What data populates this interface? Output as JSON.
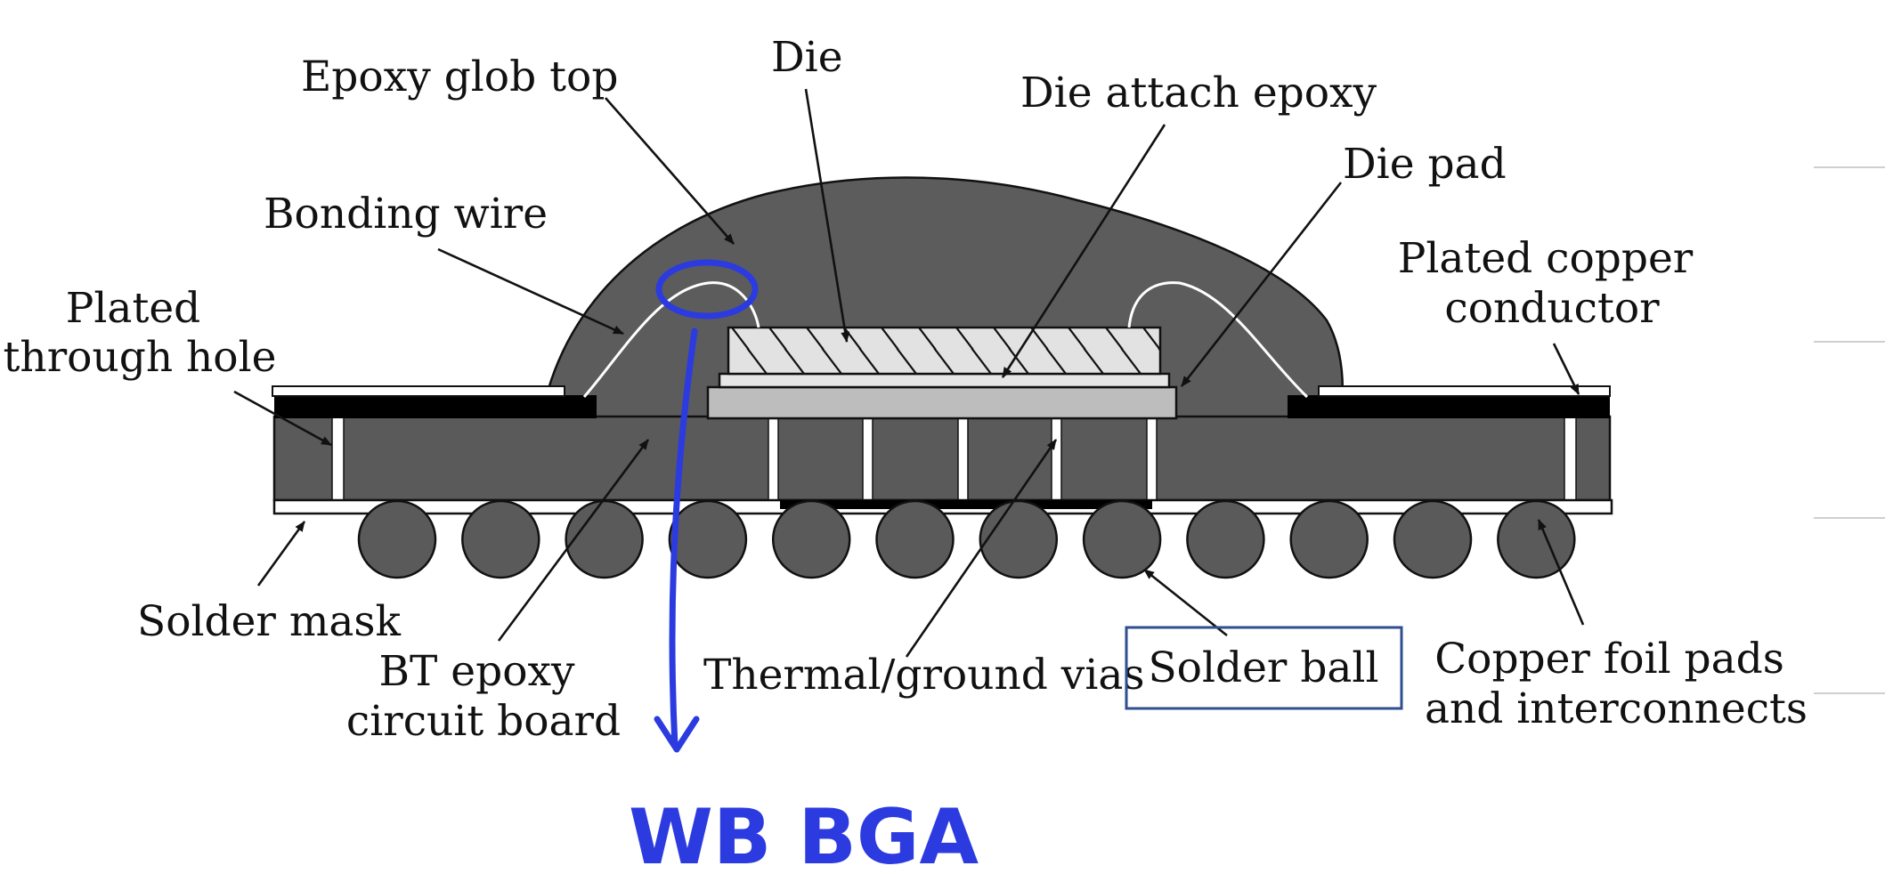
{
  "labels": {
    "epoxy_glob_top": "Epoxy glob top",
    "die": "Die",
    "die_attach_epoxy": "Die attach epoxy",
    "die_pad": "Die pad",
    "bonding_wire": "Bonding wire",
    "plated_through_hole": [
      "Plated",
      "through hole"
    ],
    "plated_copper_conductor": [
      "Plated copper",
      "conductor"
    ],
    "solder_mask": "Solder mask",
    "bt_epoxy_circuit_board": [
      "BT epoxy",
      "circuit board"
    ],
    "thermal_ground_vias": "Thermal/ground vias",
    "solder_ball": "Solder ball",
    "copper_foil_pads": [
      "Copper foil pads",
      "and interconnects"
    ]
  },
  "annotation": {
    "text": "WB BGA",
    "color": "#2b3be0"
  },
  "colors": {
    "mold": "#5c5c5c",
    "board": "#5a5a5a",
    "balls": "#5a5a5a",
    "die": "#e2e2e2",
    "die_pad": "#bdbdbd",
    "copper": "#000000",
    "highlight": "#2b3be0",
    "box": "#2f4f8f"
  },
  "solder_ball_count": 12
}
